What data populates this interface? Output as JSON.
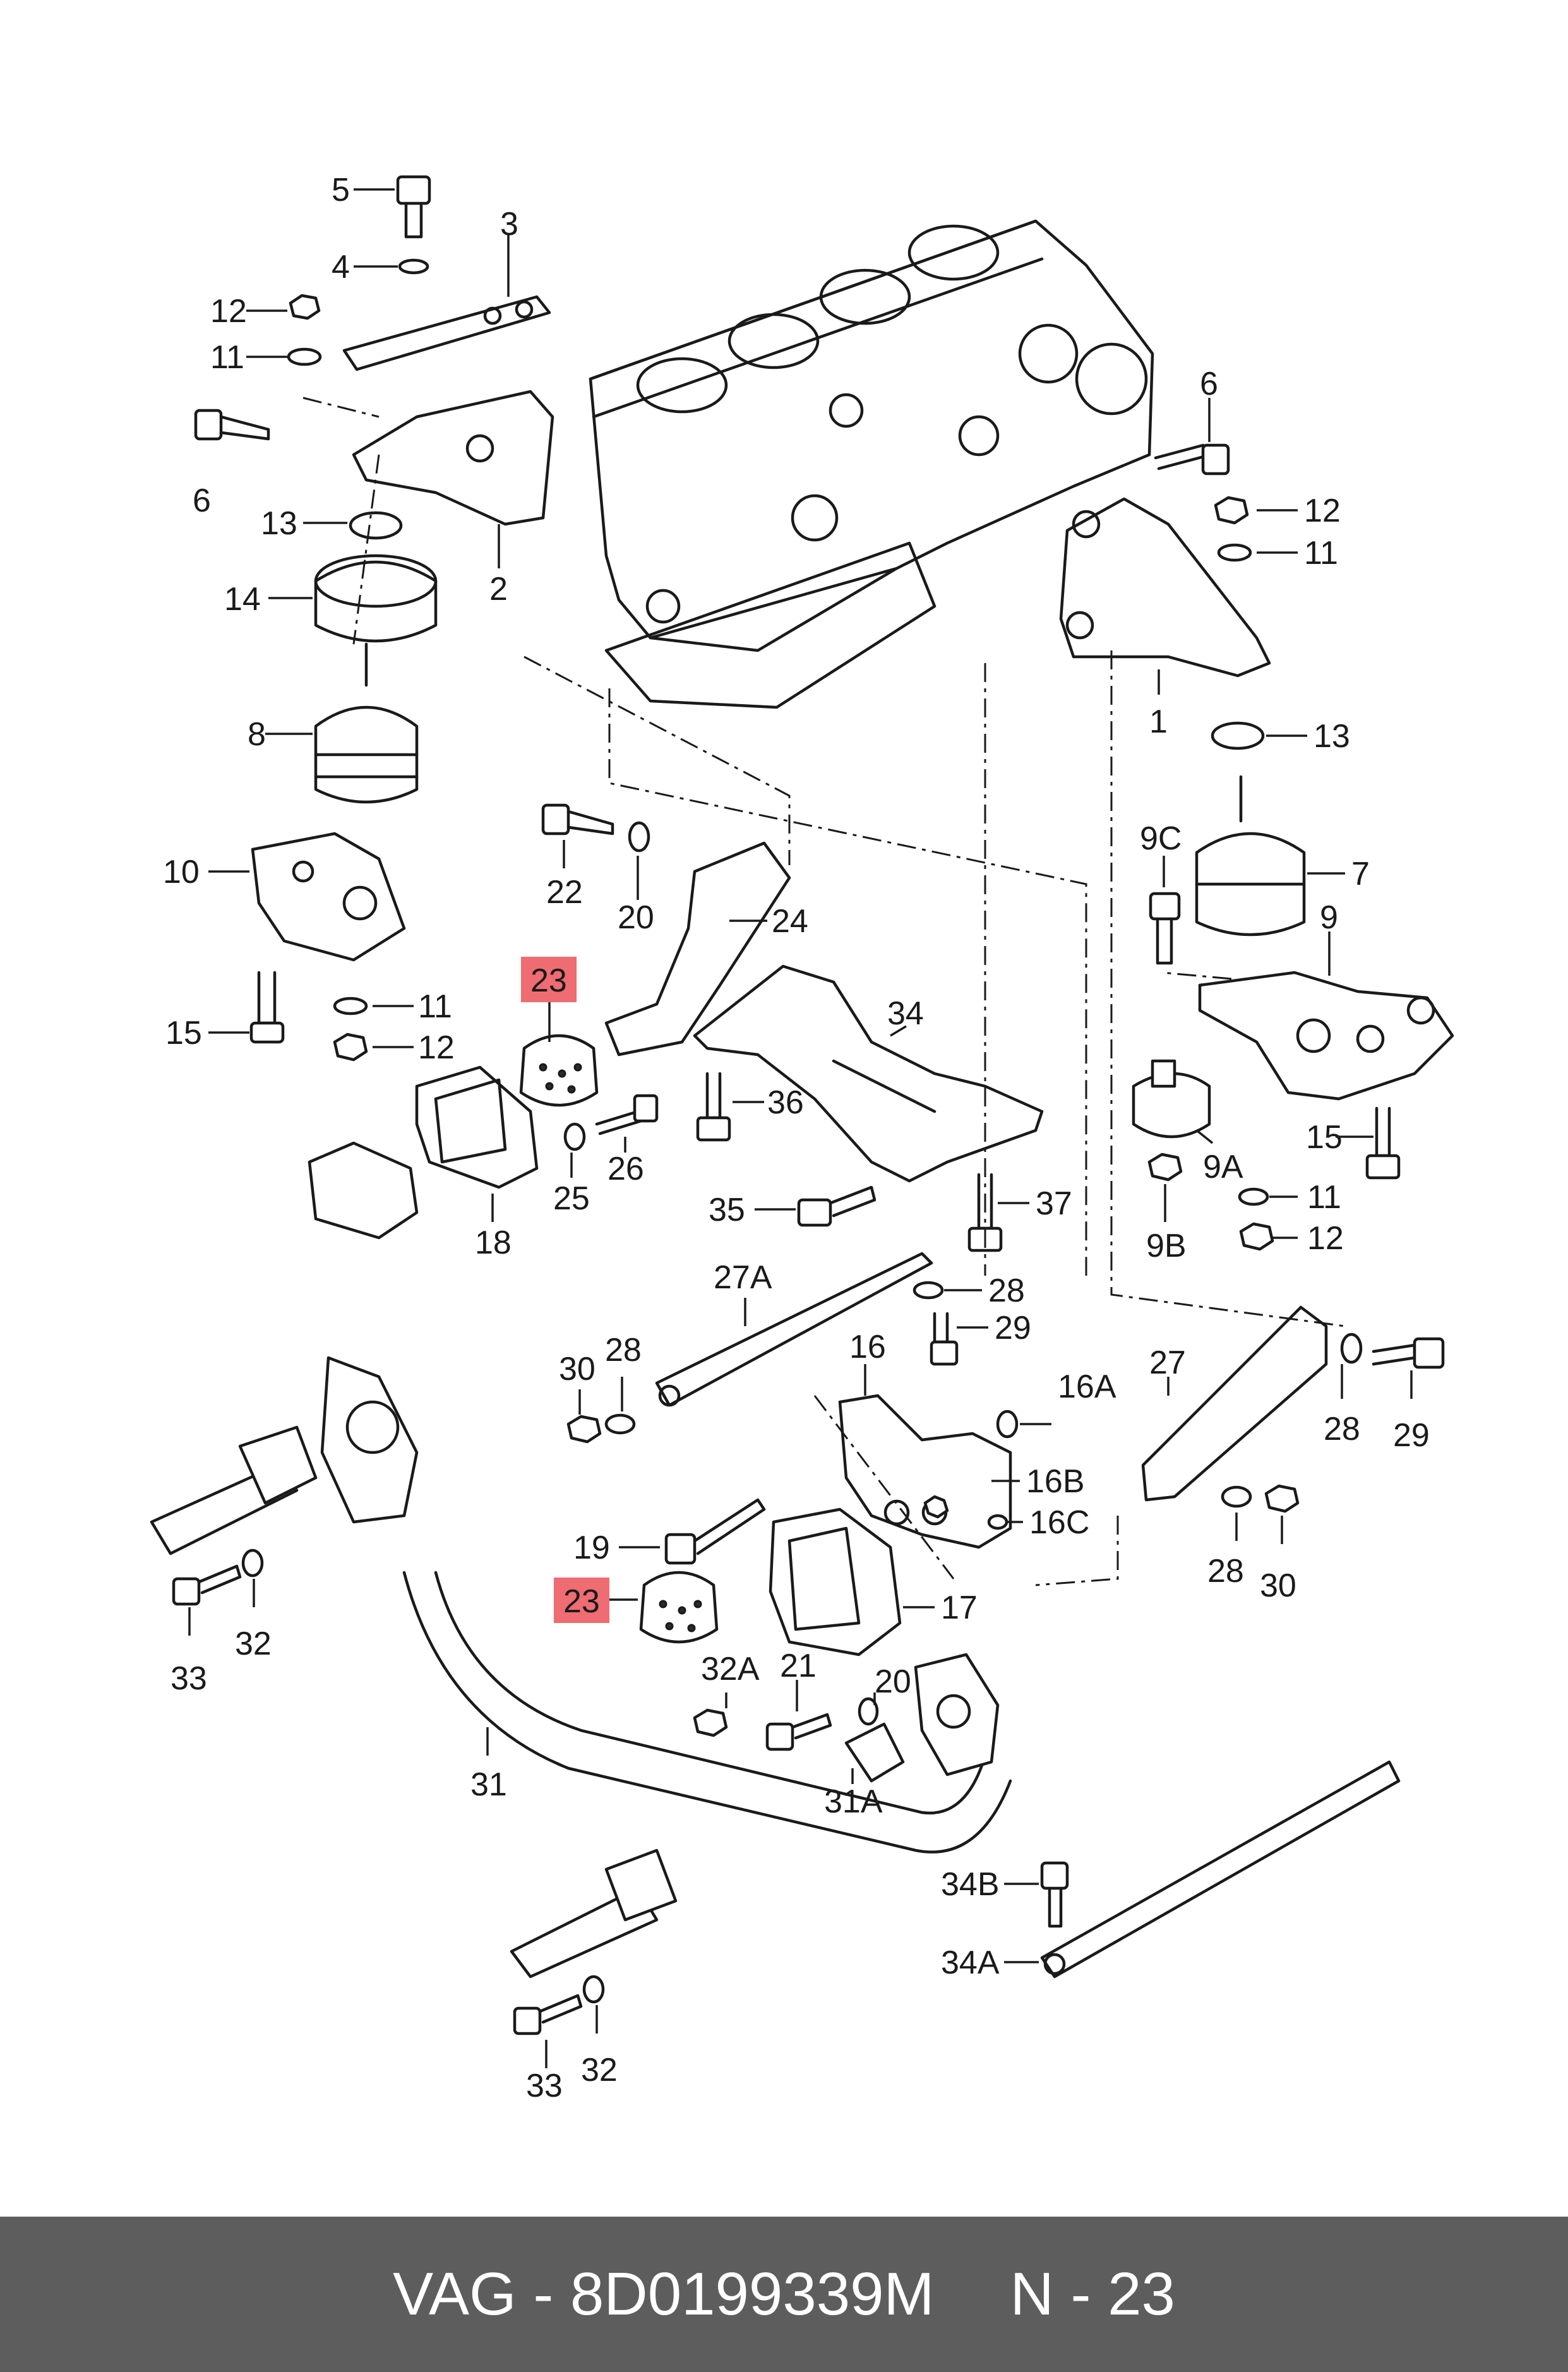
{
  "labels": {
    "l5": "5",
    "l4": "4",
    "l3": "3",
    "l12a": "12",
    "l11a": "11",
    "l6a": "6",
    "l13a": "13",
    "l2": "2",
    "l14": "14",
    "l8": "8",
    "l10": "10",
    "l15a": "15",
    "l11b": "11",
    "l12b": "12",
    "l22": "22",
    "l20a": "20",
    "l24": "24",
    "l23a": "23",
    "l18": "18",
    "l25": "25",
    "l26": "26",
    "l34": "34",
    "l36": "36",
    "l35": "35",
    "l37": "37",
    "l6b": "6",
    "l12c": "12",
    "l11c": "11",
    "l1": "1",
    "l13b": "13",
    "l9c": "9C",
    "l7": "7",
    "l9": "9",
    "l15b": "15",
    "l9a": "9A",
    "l11d": "11",
    "l9b": "9B",
    "l12d": "12",
    "l27a": "27A",
    "l28a": "28",
    "l29a": "29",
    "l30a": "30",
    "l28b": "28",
    "l16": "16",
    "l16a": "16A",
    "l16b": "16B",
    "l16c": "16C",
    "l27": "27",
    "l28c": "28",
    "l29b": "29",
    "l28d": "28",
    "l30b": "30",
    "l19": "19",
    "l23b": "23",
    "l17": "17",
    "l32a_label": "32A",
    "l21": "21",
    "l20b": "20",
    "l31a": "31A",
    "l31": "31",
    "l33a": "33",
    "l32a": "32",
    "l34b": "34B",
    "l34a": "34A",
    "l33b": "33",
    "l32b": "32"
  },
  "highlight_color": "#ef6c73",
  "footer": {
    "brand_part": "VAG - 8D0199339M",
    "position": "N - 23"
  }
}
